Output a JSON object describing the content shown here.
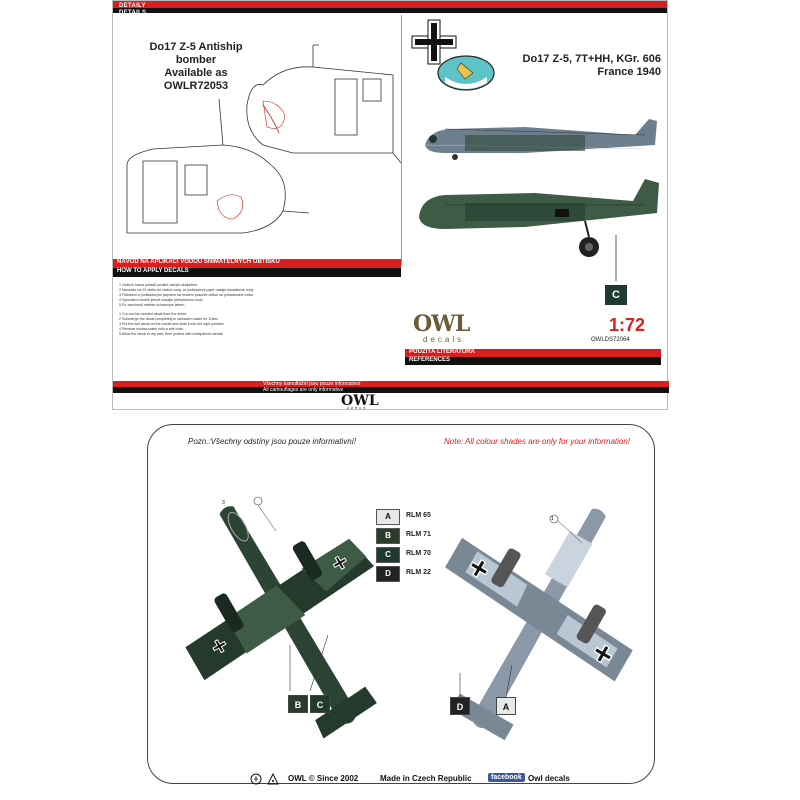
{
  "top_sheet": {
    "corner_label": [
      "DETAILY",
      "DETAILS"
    ],
    "left_info": [
      "Do17 Z-5 Antiship bomber",
      "Available as OWLR72053"
    ],
    "right_title": [
      "Do17 Z-5, 7T+HH, KGr. 606",
      "France 1940"
    ],
    "apply_band": [
      "NÁVOD NA APLIKACI VODOU SNÍMATELNÝCH OBTISKŮ",
      "HOW TO APPLY DECALS"
    ],
    "instructions_cz": [
      "1 Vodiční hrana potisků prudké ostrým skalpelem",
      "2 Namočte na 10 vteřin do vlažné vody, ať podkladový papír nasaje dostatečné vody",
      "3 Potiskem s podkladovým papírem na modelu posuňte obtisk na požadované místo",
      "4 Vysoušení hodně jemně odsajte přebytečnou vodu",
      "5 Po zaschnutí natřete ochranným lakem"
    ],
    "instructions_en": [
      "1 Cut out the needed decal from the sheet",
      "2 Submerge the decal completely in lukewarm water for 10sec",
      "3 Put the wet decal on the model and slide it into the right position",
      "4 Remove excess water with a soft cloth",
      "5 Allow the decal to dry well, then protect with transparent varnish"
    ],
    "scale": "1:72",
    "catalog": "OWLDS72064",
    "refs_band": [
      "POUŽITÁ LITERATURA",
      "REFERENCES"
    ],
    "footer_band": [
      "Všechny kamuflážní jsou pouze informativní",
      "All camouflages are only informative"
    ],
    "brand": "OWL",
    "brand_sub": "decals",
    "brand_small": "OWL",
    "brand_small_sub": "czech",
    "c_marker": "C"
  },
  "bottom_sheet": {
    "note_cz": "Pozn.:Všechny odstíny jsou pouze informativní!",
    "note_en": "Note: All colour shades are only for your information!",
    "swatches": [
      {
        "code": "A",
        "label": "RLM 65",
        "color": "#e8e8e8",
        "text_color": "#111"
      },
      {
        "code": "B",
        "label": "RLM 71",
        "color": "#2c3a2c",
        "text_color": "#fff"
      },
      {
        "code": "C",
        "label": "RLM 70",
        "color": "#1f3a2e",
        "text_color": "#fff"
      },
      {
        "code": "D",
        "label": "RLM 22",
        "color": "#222222",
        "text_color": "#fff"
      }
    ],
    "callouts": {
      "b": "B",
      "c": "C",
      "d": "D",
      "a": "A"
    },
    "markers": {
      "one": "1",
      "three": "3"
    }
  },
  "footer": {
    "copyright": "OWL © Since 2002",
    "made_in": "Made in Czech Republic",
    "fb": "facebook",
    "fb_text": "Owl decals"
  },
  "colors": {
    "accent_red": "#d81e1e",
    "dark_green": "#1f3a2e",
    "splinter_green": "#3e5b46",
    "light_blue": "#a7b8c8"
  }
}
